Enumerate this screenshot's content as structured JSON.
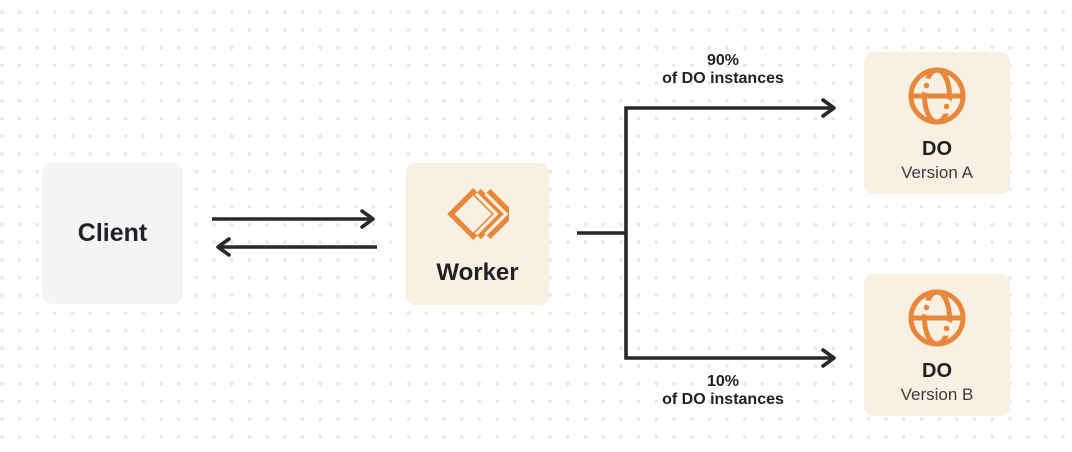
{
  "nodes": {
    "client": {
      "label": "Client"
    },
    "worker": {
      "label": "Worker"
    },
    "do_version_a": {
      "title": "DO",
      "subtitle": "Version A"
    },
    "do_version_b": {
      "title": "DO",
      "subtitle": "Version B"
    }
  },
  "edge_labels": {
    "top": {
      "line1": "90%",
      "line2": "of DO instances"
    },
    "bottom": {
      "line1": "10%",
      "line2": "of DO instances"
    }
  },
  "icons": {
    "worker_icon": "cloudflare-workers-icon",
    "do_a_icon": "durable-objects-globe-icon",
    "do_b_icon": "durable-objects-globe-icon"
  },
  "colors": {
    "accent_orange": "#E6873C",
    "node_cream_bg": "#FAF0E1",
    "node_gray_bg": "#F4F4F5",
    "edge_line": "#26282B",
    "text_primary": "#1F2126",
    "text_secondary": "#3A3D42",
    "dot_grid": "#E5E5E8",
    "canvas_bg": "#FFFFFF"
  }
}
